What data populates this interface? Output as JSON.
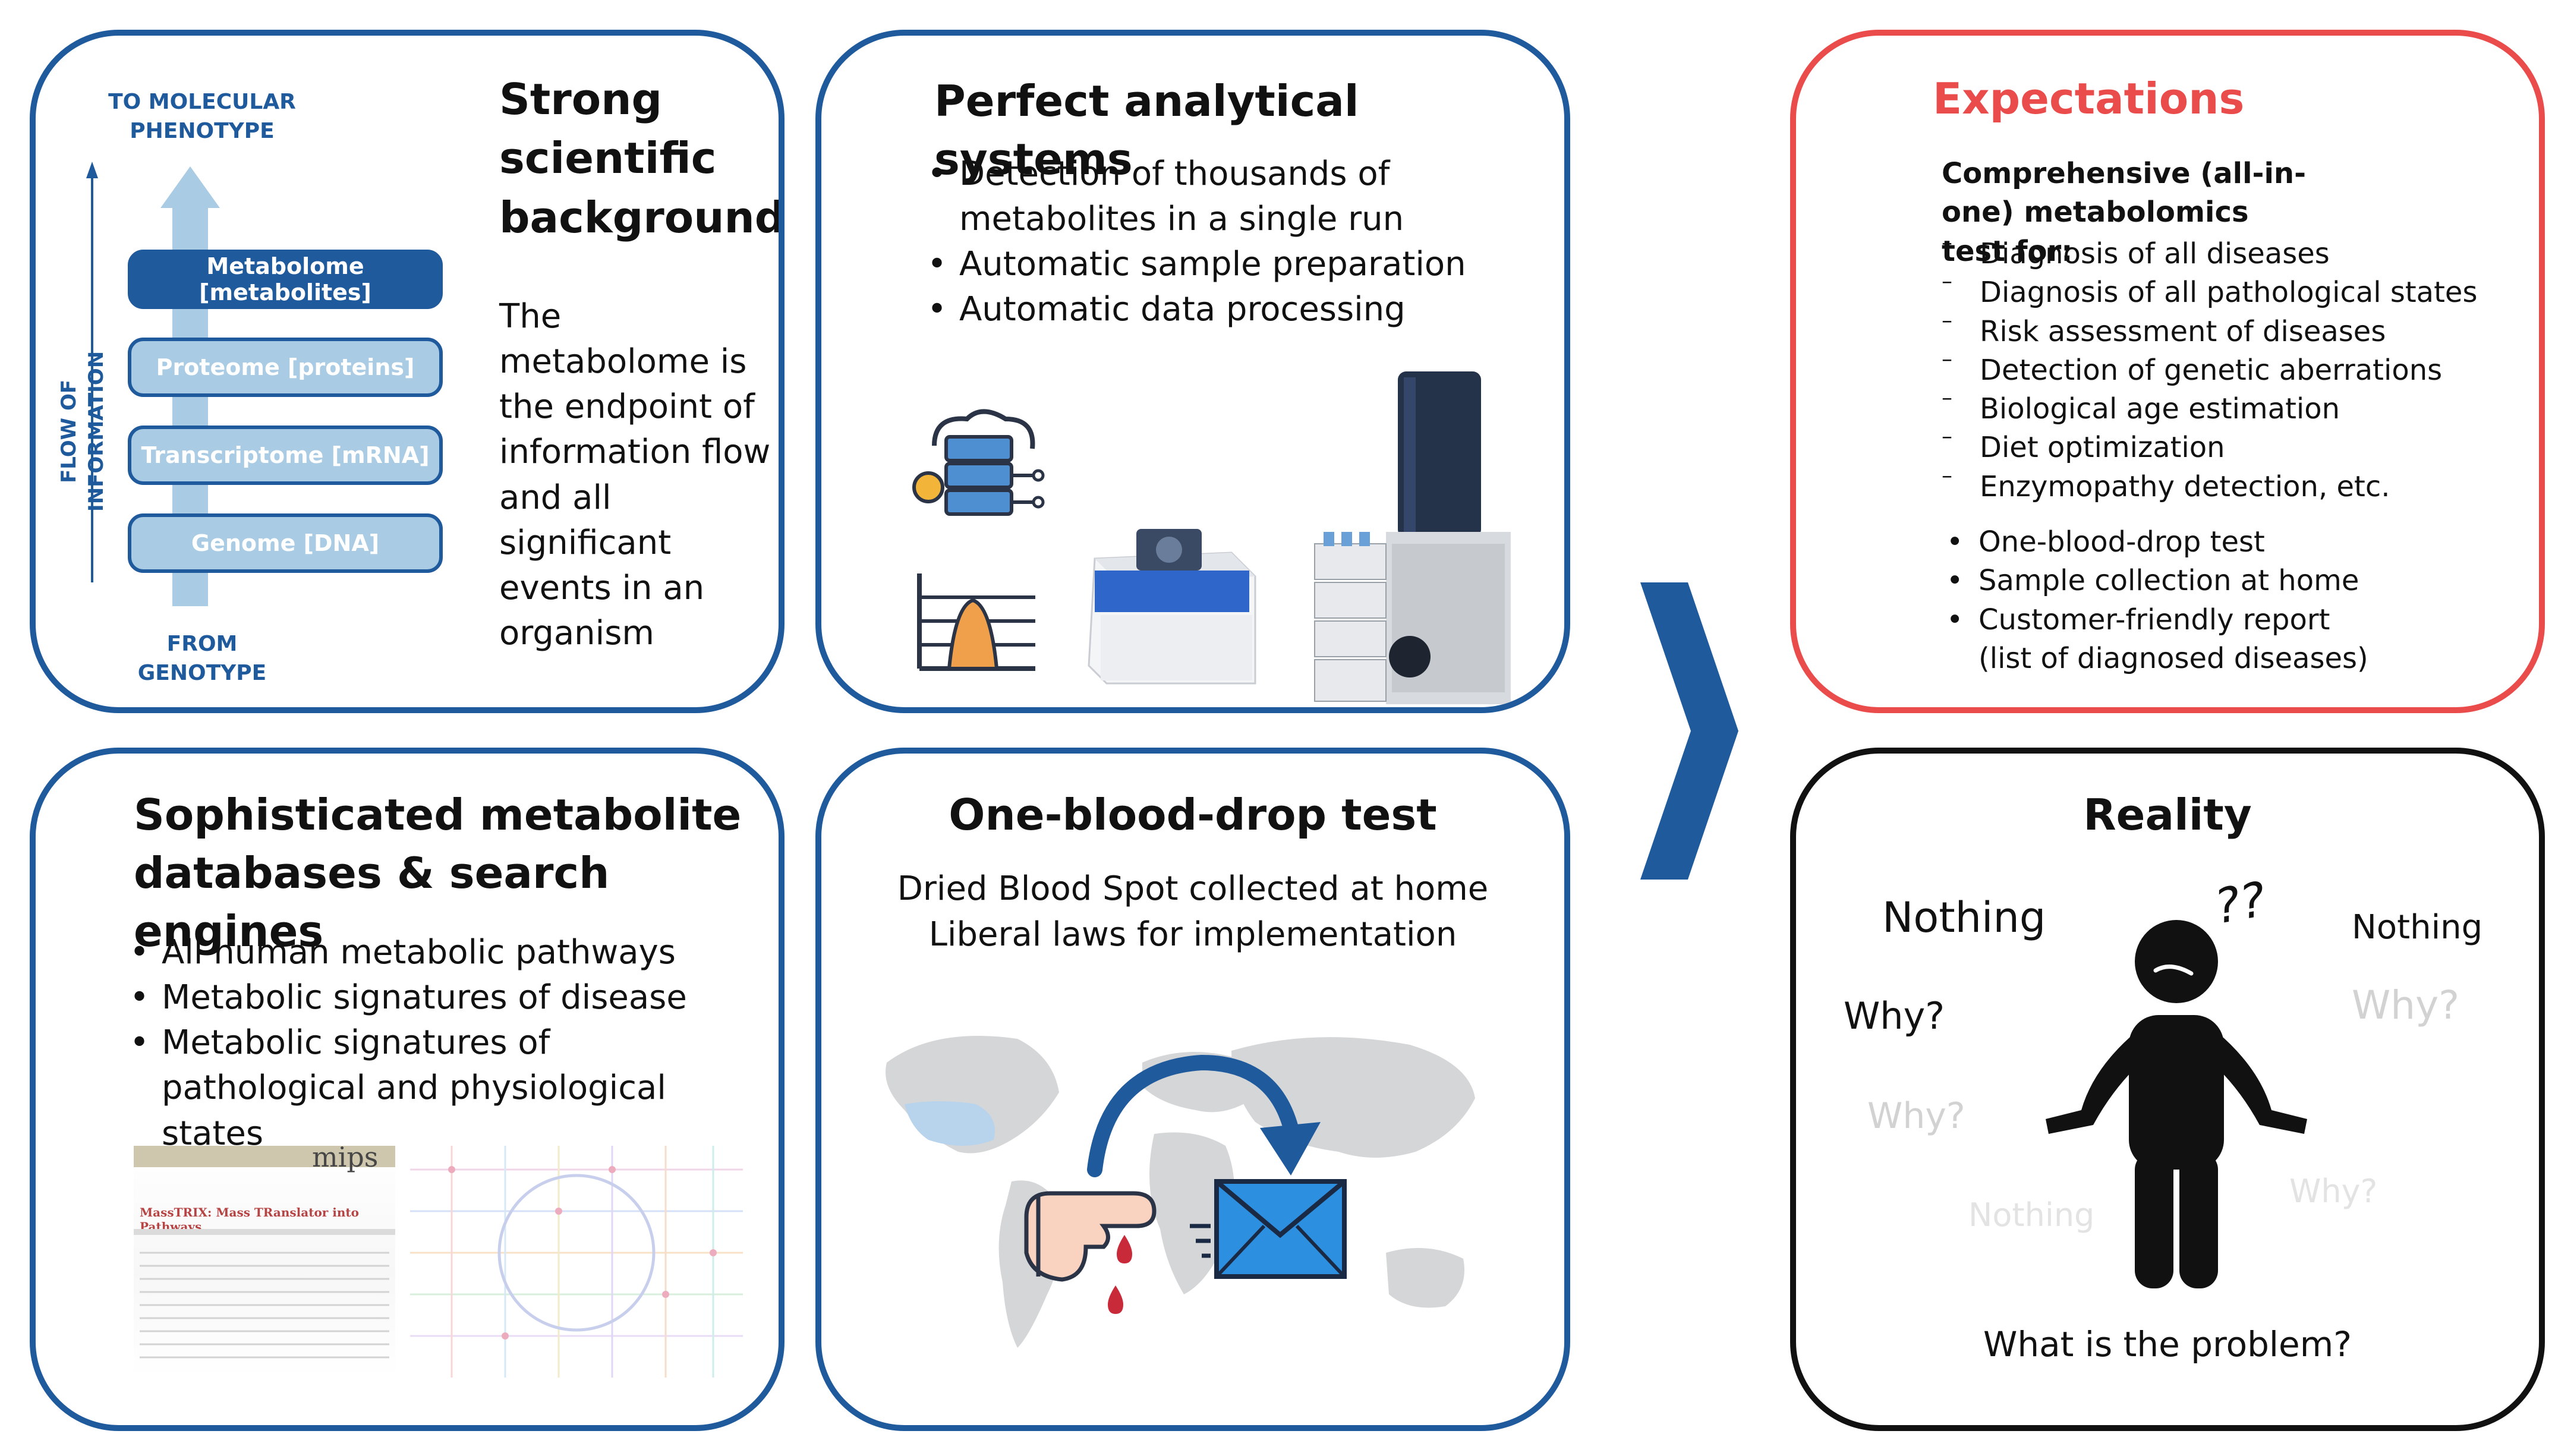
{
  "panels": {
    "science": {
      "title": "Strong scientific background",
      "text": "The metabolome is the endpoint of information flow and all significant events in an organism",
      "top_label": "TO MOLECULAR PHENOTYPE",
      "bottom_label": "FROM GENOTYPE",
      "axis_label": "FLOW OF INFORMATION",
      "layers": [
        "Metabolome [metabolites]",
        "Proteome [proteins]",
        "Transcriptome [mRNA]",
        "Genome [DNA]"
      ]
    },
    "analytical": {
      "title": "Perfect analytical systems",
      "bullets": [
        "Detection of thousands of metabolites in a single run",
        "Automatic sample preparation",
        "Automatic data processing"
      ],
      "icons": [
        "server-cloud-icon",
        "chromatogram-icon",
        "mass-spectrometer-icon",
        "lc-ms-system-icon"
      ]
    },
    "databases": {
      "title": "Sophisticated metabolite databases & search engines",
      "bullets": [
        "All human metabolic pathways",
        "Metabolic signatures of disease",
        "Metabolic signatures of pathological and physiological states"
      ],
      "screenshot_logo": "mips",
      "screenshot_title": "MassTRIX: Mass TRanslator into Pathways"
    },
    "blooddrop": {
      "title": "One-blood-drop test",
      "lines": [
        "Dried Blood Spot collected at home",
        "Liberal laws for implementation"
      ],
      "icons": [
        "world-map-icon",
        "finger-blood-drop-icon",
        "envelope-icon",
        "curved-arrow-icon"
      ]
    },
    "expectations": {
      "title": "Expectations",
      "intro": "Comprehensive (all-in-one) metabolomics test for:",
      "dash_items": [
        "Diagnosis of all diseases",
        "Diagnosis of all pathological states",
        "Risk assessment of diseases",
        "Detection of genetic aberrations",
        "Biological age estimation",
        "Diet optimization",
        "Enzymopathy detection, etc."
      ],
      "bullets": [
        "One-blood-drop test",
        "Sample collection at home",
        "Customer-friendly report (list of diagnosed diseases)"
      ]
    },
    "reality": {
      "title": "Reality",
      "words": [
        "Nothing",
        "Nothing",
        "Why?",
        "Why?",
        "Why?",
        "Nothing",
        "Why?"
      ],
      "question_marks": "??",
      "bottom_text": "What is the problem?"
    }
  },
  "colors": {
    "blue": "#1f5a9c",
    "light_blue": "#a9cbe4",
    "red": "#ea4b4b",
    "orange_title": "#ea4b4b"
  }
}
